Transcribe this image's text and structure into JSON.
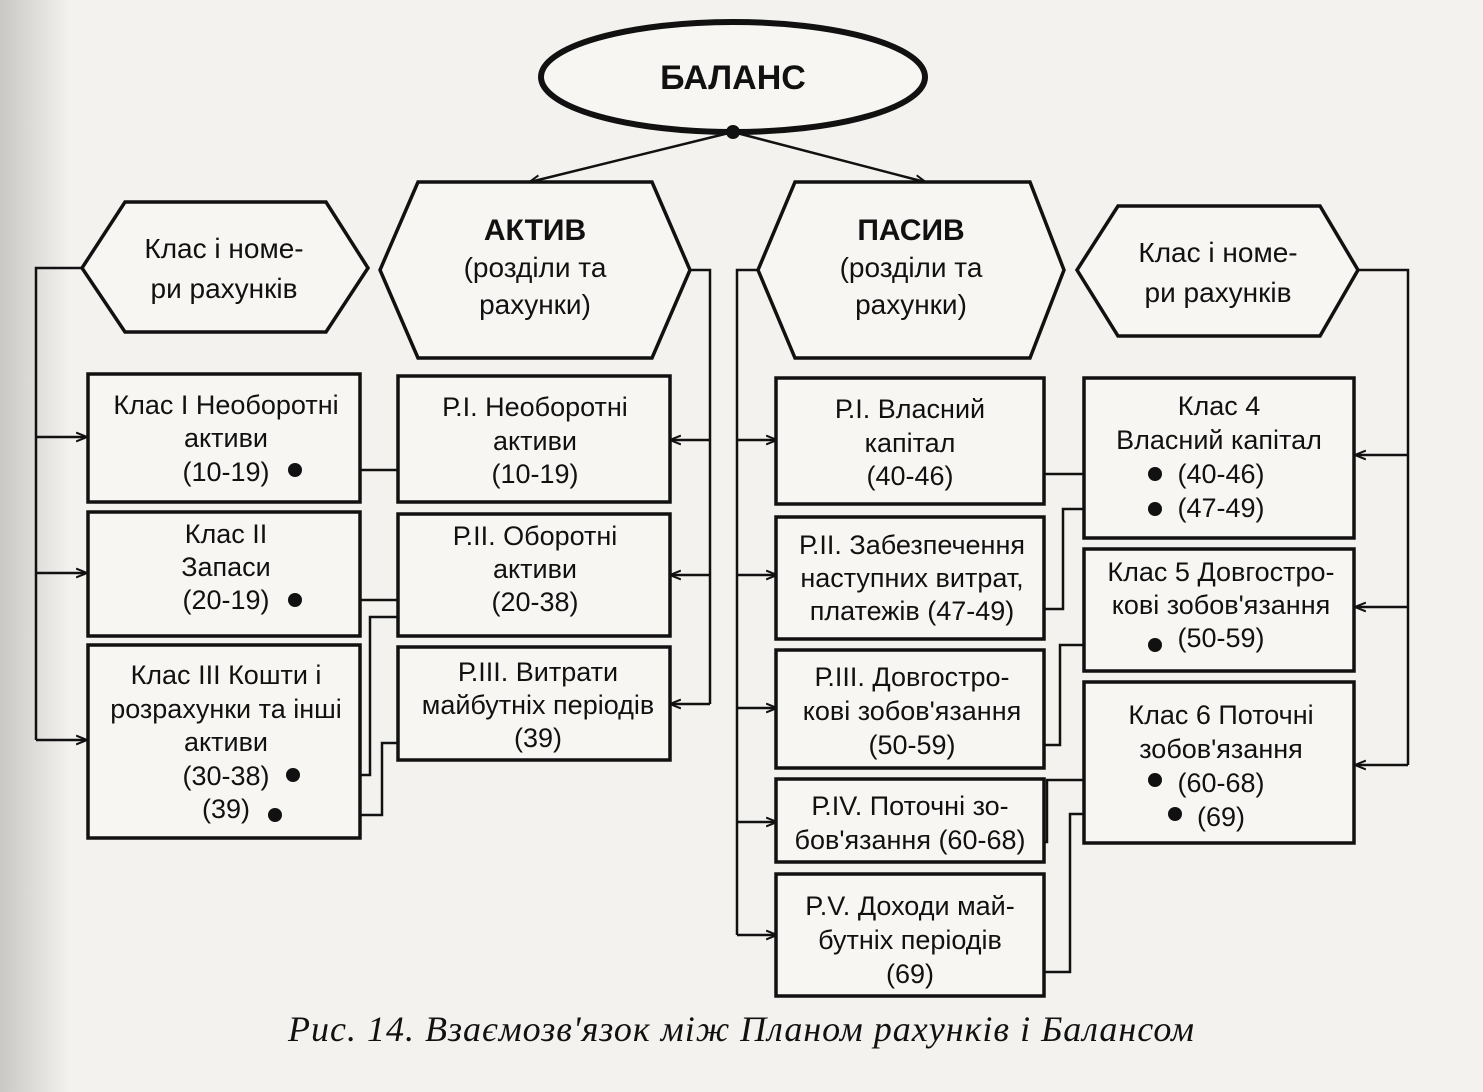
{
  "root": "БАЛАНС",
  "aktiv_header": [
    "АКТИВ",
    "(розділи та",
    "рахунки)"
  ],
  "pasyv_header": [
    "ПАСИВ",
    "(розділи та",
    "рахунки)"
  ],
  "left_class_header": [
    "Клас і номе-",
    "ри рахунків"
  ],
  "right_class_header": [
    "Клас і номе-",
    "ри рахунків"
  ],
  "left_classes": [
    [
      "Клас І Необоротні",
      "активи",
      "(10-19)"
    ],
    [
      "Клас ІІ",
      "Запаси",
      "(20-19)"
    ],
    [
      "Клас ІІІ Кошти і",
      "розрахунки та інші",
      "активи",
      "(30-38)",
      "(39)"
    ]
  ],
  "aktiv_sections": [
    [
      "Р.І. Необоротні",
      "активи",
      "(10-19)"
    ],
    [
      "Р.ІІ. Оборотні",
      "активи",
      "(20-38)"
    ],
    [
      "Р.ІІІ. Витрати",
      "майбутніх періодів",
      "(39)"
    ]
  ],
  "pasyv_sections": [
    [
      "Р.І. Власний",
      "капітал",
      "(40-46)"
    ],
    [
      "Р.ІІ. Забезпечення",
      "наступних витрат,",
      "платежів (47-49)"
    ],
    [
      "Р.ІІІ. Довгостро-",
      "кові зобов'язання",
      "(50-59)"
    ],
    [
      "Р.IV. Поточні зо-",
      "бов'язання (60-68)"
    ],
    [
      "P.V. Доходи май-",
      "бутніх періодів",
      "(69)"
    ]
  ],
  "right_classes": [
    [
      "Клас 4",
      "Власний капітал",
      "(40-46)",
      "(47-49)"
    ],
    [
      "Клас 5 Довгостро-",
      "кові зобов'язання",
      "(50-59)"
    ],
    [
      "Клас 6 Поточні",
      "зобов'язання",
      "(60-68)",
      "(69)"
    ]
  ],
  "caption": "Рис. 14. Взаємозв'язок між Планом рахунків і Балансом"
}
